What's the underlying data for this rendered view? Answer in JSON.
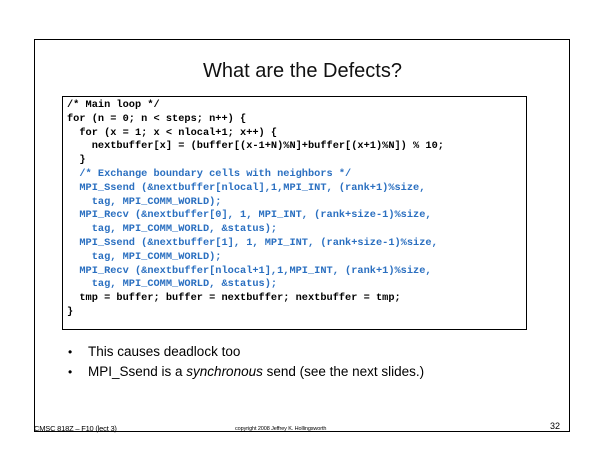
{
  "slide": {
    "title": "What are the Defects?",
    "code_lines": [
      {
        "text": "/* Main loop */",
        "color": "black"
      },
      {
        "text": "for (n = 0; n < steps; n++) {",
        "color": "black"
      },
      {
        "text": "  for (x = 1; x < nlocal+1; x++) {",
        "color": "black"
      },
      {
        "text": "    nextbuffer[x] = (buffer[(x-1+N)%N]+buffer[(x+1)%N]) % 10;",
        "color": "black"
      },
      {
        "text": "  }",
        "color": "black"
      },
      {
        "text": "  /* Exchange boundary cells with neighbors */",
        "color": "blue"
      },
      {
        "text": "  MPI_Ssend (&nextbuffer[nlocal],1,MPI_INT, (rank+1)%size,",
        "color": "blue"
      },
      {
        "text": "    tag, MPI_COMM_WORLD);",
        "color": "blue"
      },
      {
        "text": "  MPI_Recv (&nextbuffer[0], 1, MPI_INT, (rank+size-1)%size,",
        "color": "blue"
      },
      {
        "text": "    tag, MPI_COMM_WORLD, &status);",
        "color": "blue"
      },
      {
        "text": "  MPI_Ssend (&nextbuffer[1], 1, MPI_INT, (rank+size-1)%size,",
        "color": "blue"
      },
      {
        "text": "    tag, MPI_COMM_WORLD);",
        "color": "blue"
      },
      {
        "text": "  MPI_Recv (&nextbuffer[nlocal+1],1,MPI_INT, (rank+1)%size,",
        "color": "blue"
      },
      {
        "text": "    tag, MPI_COMM_WORLD, &status);",
        "color": "blue"
      },
      {
        "text": "  tmp = buffer; buffer = nextbuffer; nextbuffer = tmp;",
        "color": "black"
      },
      {
        "text": "}",
        "color": "black"
      }
    ],
    "bullets": [
      {
        "symbol": "•",
        "before": "This causes deadlock too",
        "emphasis": "",
        "after": ""
      },
      {
        "symbol": "•",
        "before": "MPI_Ssend is a ",
        "emphasis": "synchronous",
        "after": " send (see the next slides.)"
      }
    ],
    "footer": {
      "course": "CMSC 818Z – F10  (lect 3)",
      "copyright": "copyright 2008 Jeffrey K. Hollingsworth",
      "page_number": "32"
    }
  },
  "colors": {
    "code_black": "#000000",
    "code_blue": "#2a6fc0"
  }
}
